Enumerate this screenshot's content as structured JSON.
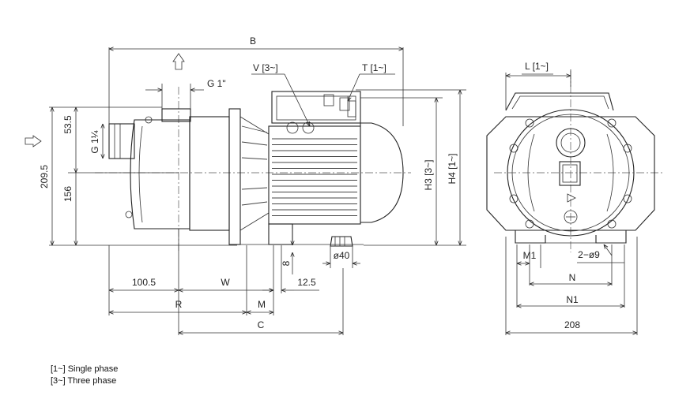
{
  "dimensions": {
    "B": "B",
    "G1": "G 1\"",
    "V3": "V [3~]",
    "T1": "T [1~]",
    "L1": "L [1~]",
    "d535": "53.5",
    "d2095": "209.5",
    "G114": "G 1¼",
    "d156": "156",
    "H3": "H3 [3~]",
    "H4": "H4 [1~]",
    "d40": "ø40",
    "d8": "8",
    "d1005": "100.5",
    "W": "W",
    "d125": "12.5",
    "R": "R",
    "M": "M",
    "C": "C",
    "M1": "M1",
    "holes": "2−ø9",
    "N": "N",
    "N1": "N1",
    "d208": "208"
  },
  "legend": {
    "single": "[1~] Single phase",
    "three": "[3~] Three phase"
  }
}
